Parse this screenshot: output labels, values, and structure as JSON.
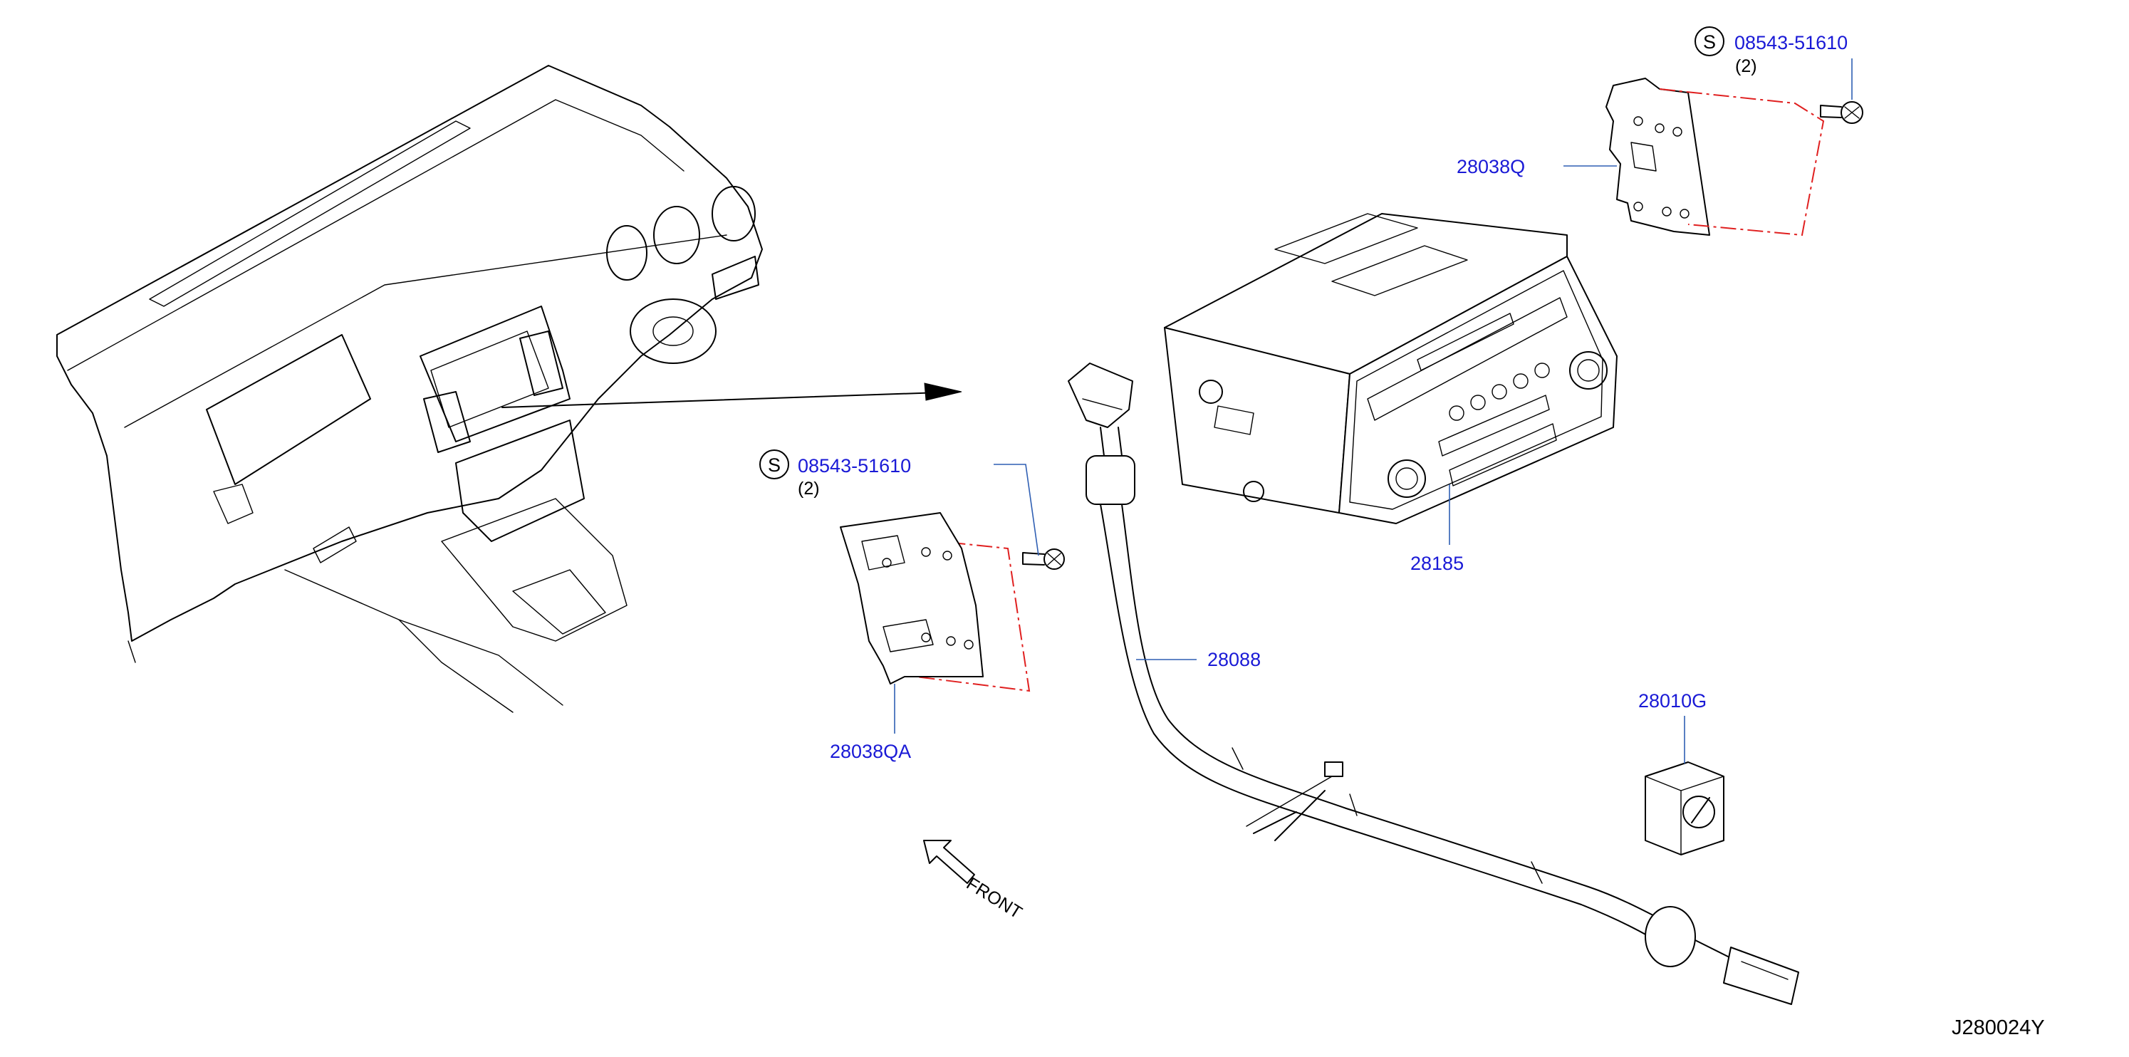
{
  "colors": {
    "callout": "#1a1ad6",
    "leader": "#2f5fb3",
    "ink": "#000000",
    "dash": "#e02020",
    "background": "#ffffff"
  },
  "labels": {
    "screw_top": {
      "symbol": "S",
      "part": "08543-51610",
      "qty": "(2)"
    },
    "screw_left": {
      "symbol": "S",
      "part": "08543-51610",
      "qty": "(2)"
    },
    "bracket_right": "28038Q",
    "bracket_left": "28038QA",
    "audio_unit": "28185",
    "feeder_cable": "28088",
    "plug": "28010G",
    "front": "FRONT",
    "diagram_code": "J280024Y"
  }
}
